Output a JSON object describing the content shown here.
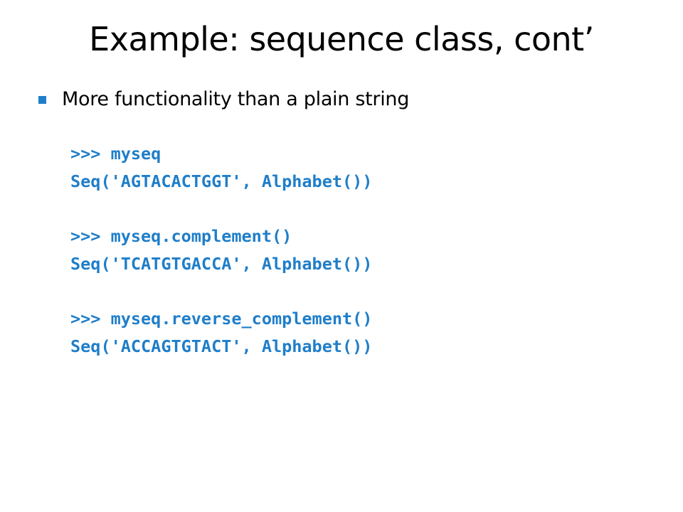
{
  "slide": {
    "title": "Example: sequence class, cont’",
    "bullet": "More functionality than a plain string"
  },
  "colors": {
    "accent": "#1f7ec9",
    "text": "#000000",
    "background": "#ffffff"
  },
  "code": {
    "groups": [
      {
        "command": ">>> myseq",
        "output": "Seq('AGTACACTGGT', Alphabet())"
      },
      {
        "command": ">>> myseq.complement()",
        "output": "Seq('TCATGTGACCA', Alphabet())"
      },
      {
        "command": ">>> myseq.reverse_complement()",
        "output": "Seq('ACCAGTGTACT', Alphabet())"
      }
    ]
  }
}
